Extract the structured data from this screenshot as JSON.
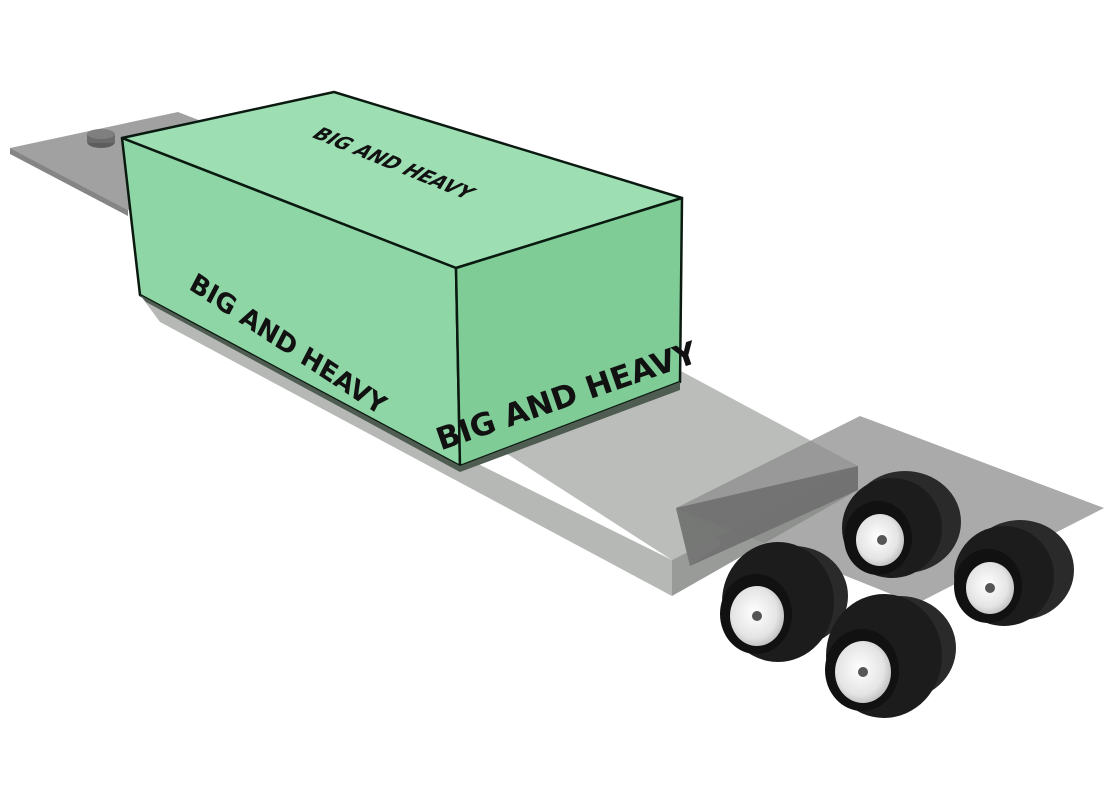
{
  "cargo": {
    "top_label": "BIG AND HEAVY",
    "side_label": "BIG AND HEAVY",
    "front_label": "BIG AND HEAVY"
  },
  "colors": {
    "box_top": "#9ddeb3",
    "box_side": "#8fd6a6",
    "box_front": "#7fcc97",
    "deck_light": "#b9bbb9",
    "deck_dark": "#7d7e7d",
    "tire": "#1c1c1c",
    "rim": "#e9e9e9"
  },
  "trailer": {
    "axle_count": 2,
    "wheel_sets": 4
  }
}
